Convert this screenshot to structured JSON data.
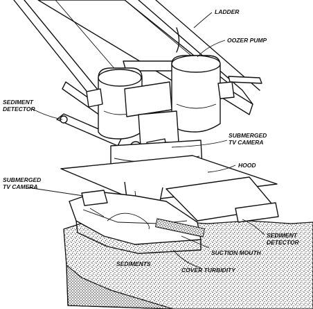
{
  "labels": {
    "ladder": "LADDER",
    "oozer_pump": "OOZER PUMP",
    "sediment_detector_left_1": "SEDIMENT",
    "sediment_detector_left_2": "DETECTOR",
    "submerged_tv_camera_right_1": "SUBMERGED",
    "submerged_tv_camera_right_2": "TV CAMERA",
    "hood": "HOOD",
    "submerged_tv_camera_left_1": "SUBMERGED",
    "submerged_tv_camera_left_2": "TV CAMERA",
    "sediment_detector_right_1": "SEDIMENT",
    "sediment_detector_right_2": "DETECTOR",
    "suction_mouth": "SUCTION MOUTH",
    "sediments": "SEDIMENTS",
    "cover_turbidity": "COVER TURBIDITY"
  }
}
